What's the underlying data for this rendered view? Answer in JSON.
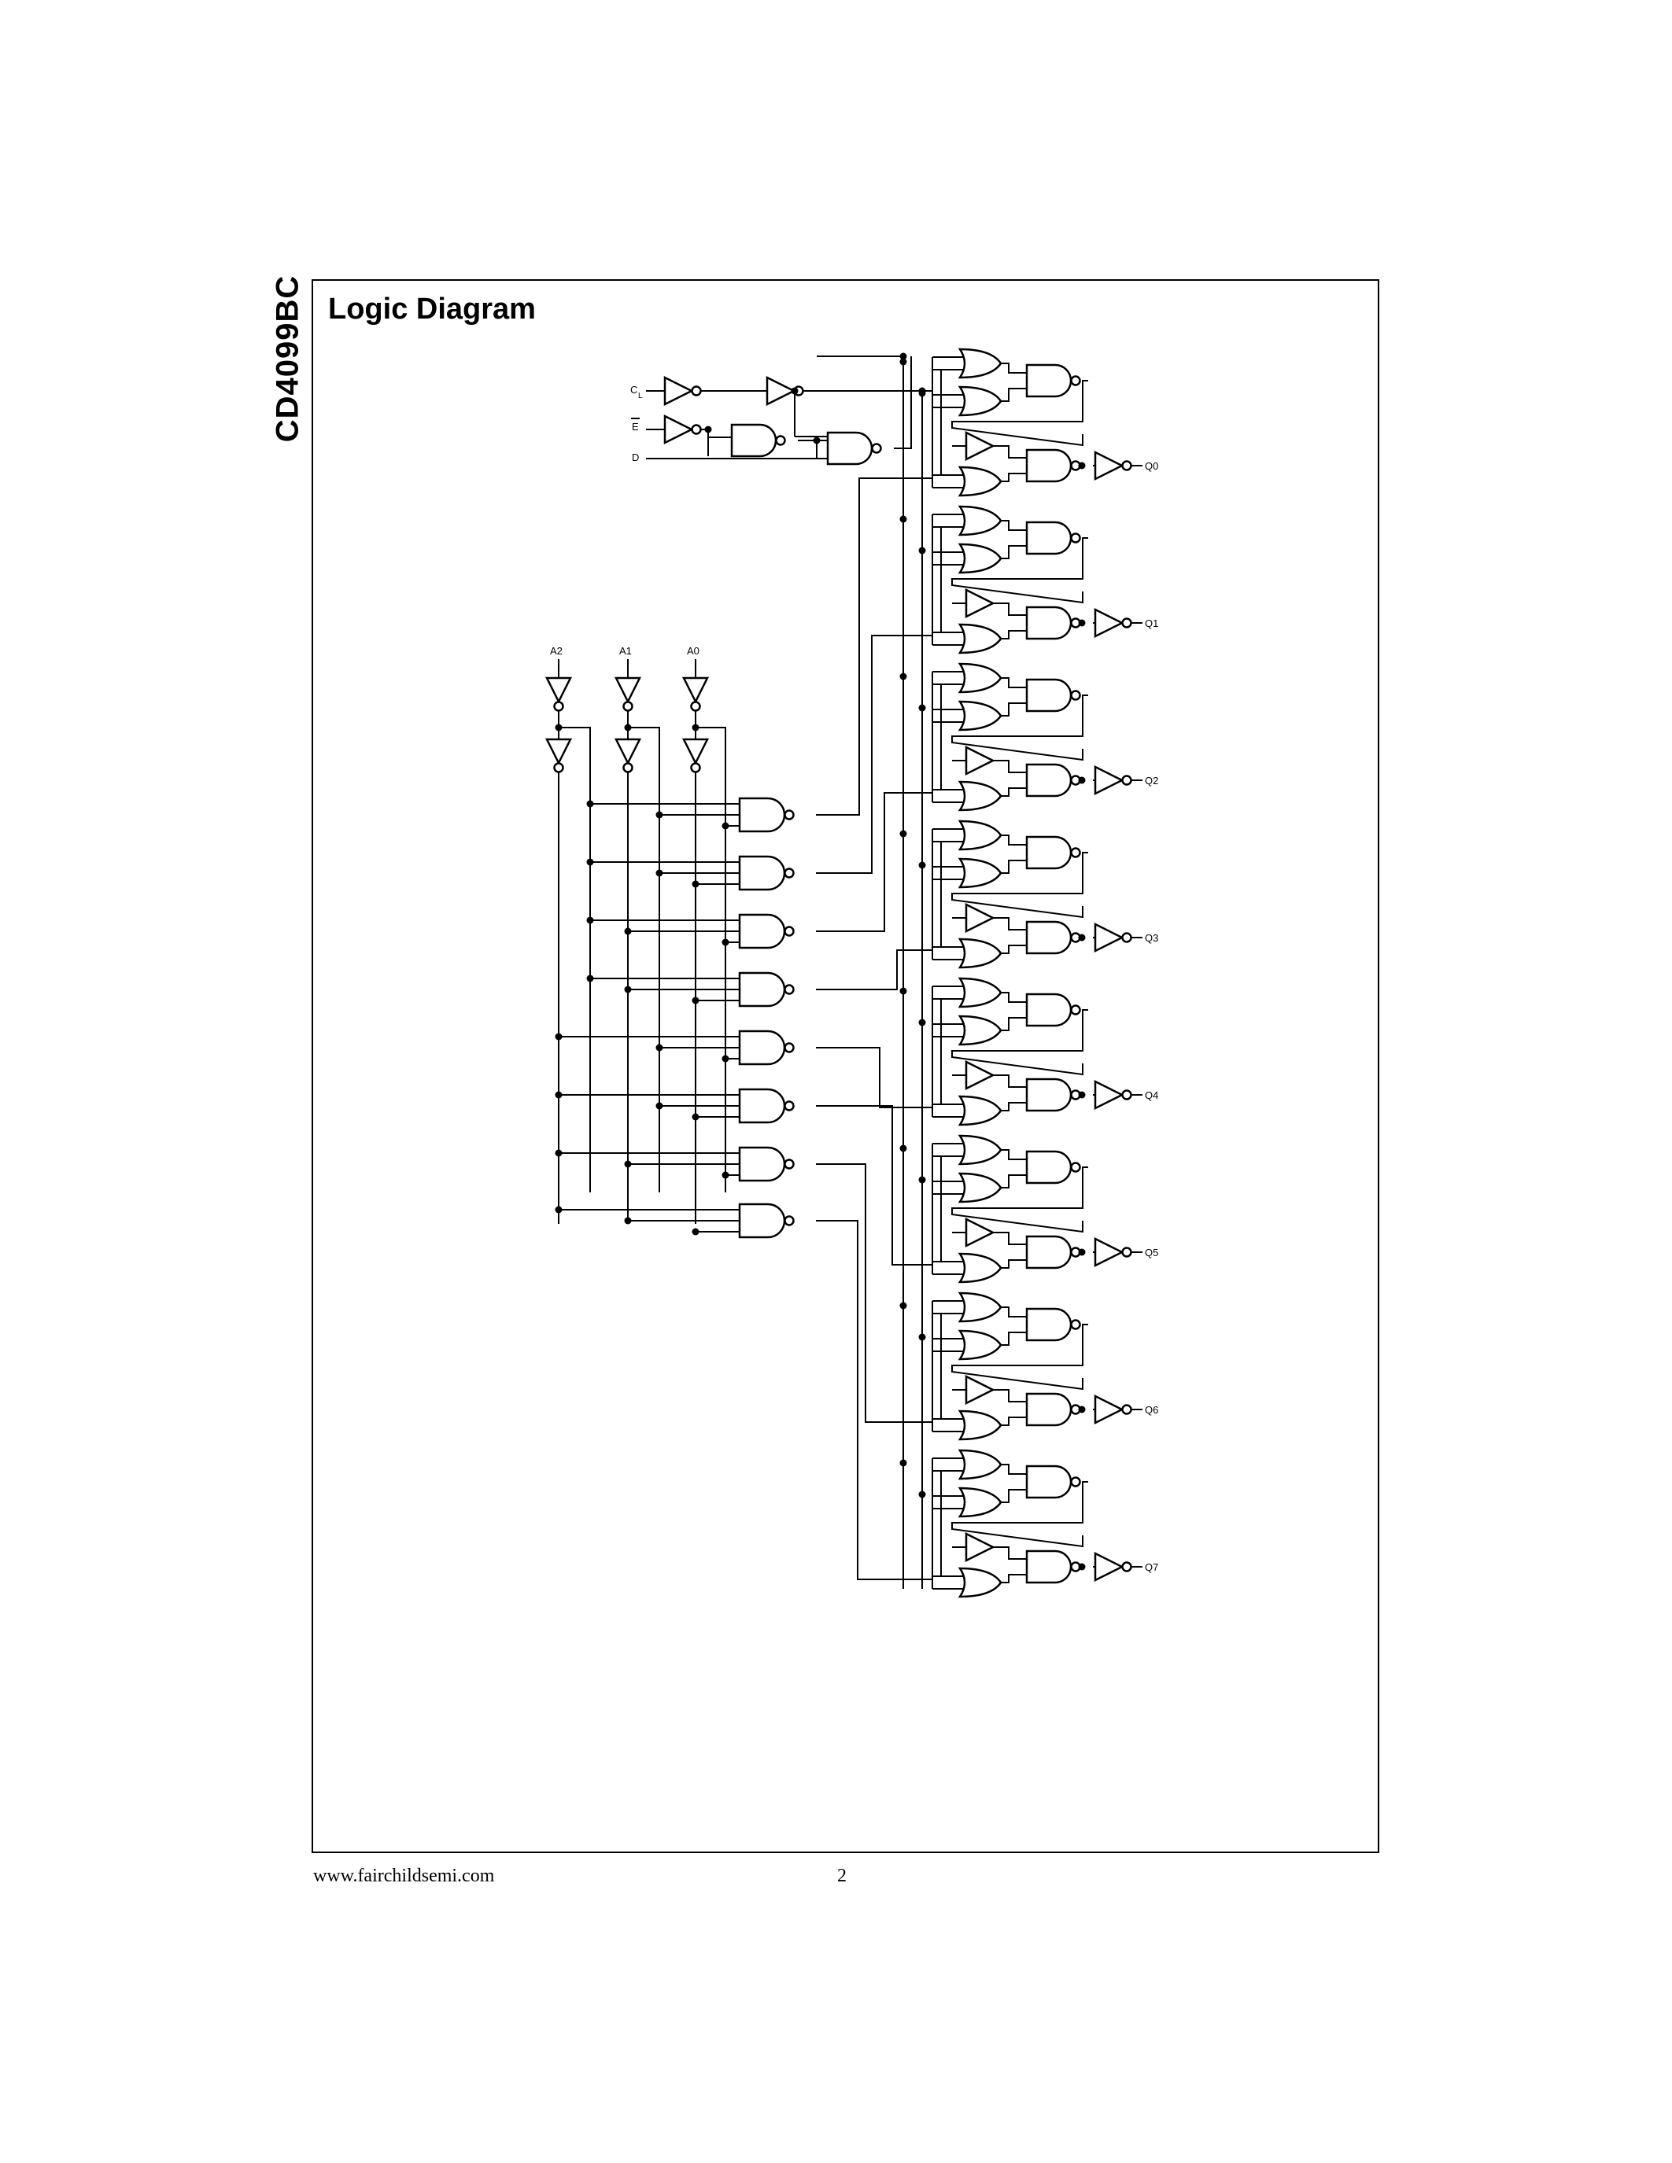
{
  "document": {
    "side_title": "CD4099BC",
    "section_title": "Logic Diagram",
    "footer_url": "www.fairchildsemi.com",
    "page_number": "2"
  },
  "diagram": {
    "inputs": {
      "cl": "C",
      "cl_sub": "L",
      "e": "E",
      "d": "D",
      "address": [
        "A2",
        "A1",
        "A0"
      ]
    },
    "outputs": [
      "Q0",
      "Q1",
      "Q2",
      "Q3",
      "Q4",
      "Q5",
      "Q6",
      "Q7"
    ],
    "counts": {
      "address_decoder_nand_gates": 8,
      "latches": 8
    }
  }
}
